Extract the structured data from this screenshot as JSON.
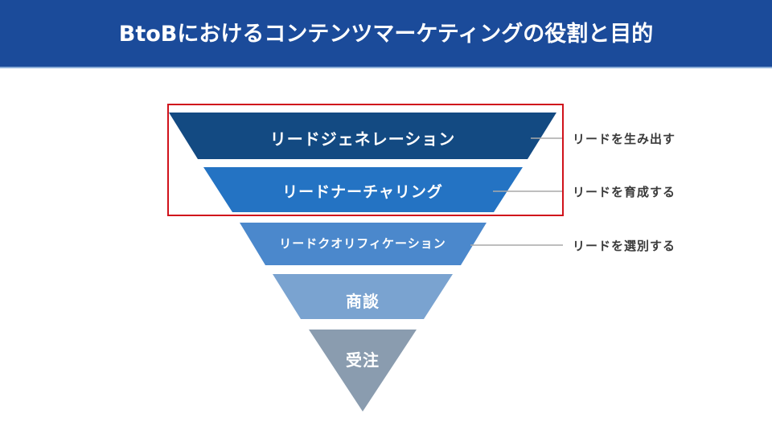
{
  "header": {
    "title": "BtoBにおけるコンテンツマーケティングの役割と目的"
  },
  "funnel": {
    "stages": [
      {
        "label": "リードジェネレーション",
        "color": "#134a82",
        "description": "リードを生み出す"
      },
      {
        "label": "リードナーチャリング",
        "color": "#2473c3",
        "description": "リードを育成する"
      },
      {
        "label": "リードクオリフィケーション",
        "color": "#4b88cc",
        "description": "リードを選別する"
      },
      {
        "label": "商談",
        "color": "#7aa3d0",
        "description": ""
      },
      {
        "label": "受注",
        "color": "#8a9caf",
        "description": ""
      }
    ],
    "highlight_color": "#d0121b",
    "connector_color": "#a9a9a9"
  }
}
